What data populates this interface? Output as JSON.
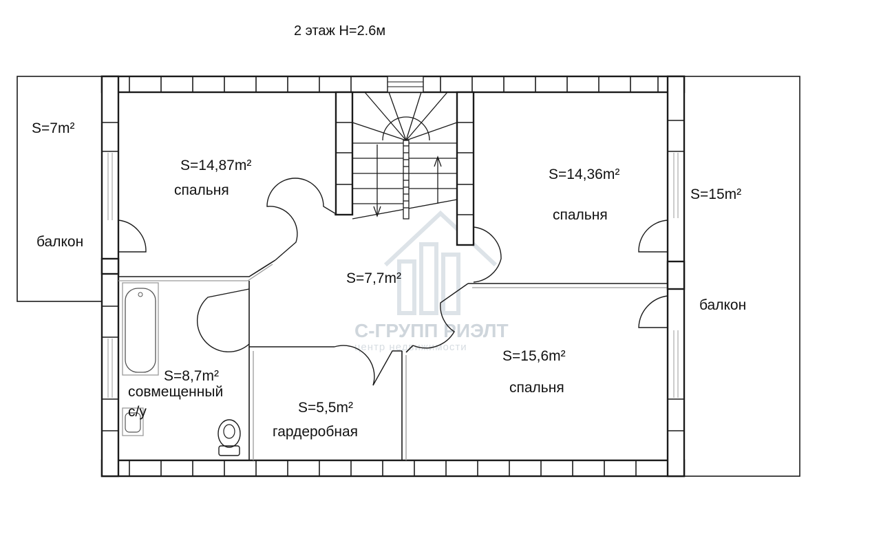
{
  "title": "2 этаж Н=2.6м",
  "rooms": {
    "bedroom_nw_area": "S=14,87m²",
    "bedroom_nw_name": "спальня",
    "bedroom_ne_area": "S=14,36m²",
    "bedroom_ne_name": "спальня",
    "hall_area": "S=7,7m²",
    "bedroom_se_area": "S=15,6m²",
    "bedroom_se_name": "спальня",
    "bathroom_area": "S=8,7m²",
    "bathroom_name_line1": "совмещенный",
    "bathroom_name_line2": "с/у",
    "wardrobe_area": "S=5,5m²",
    "wardrobe_name": "гардеробная"
  },
  "balconies": {
    "west_area": "S=7m²",
    "west_name": "балкон",
    "east_area": "S=15m²",
    "east_name": "балкон"
  },
  "watermark": {
    "line1": "С-ГРУПП РИЭЛТ",
    "line2": "центр недвижимости"
  },
  "colors": {
    "wall_stroke": "#1a1a1a",
    "watermark": "#cfd6dc"
  }
}
